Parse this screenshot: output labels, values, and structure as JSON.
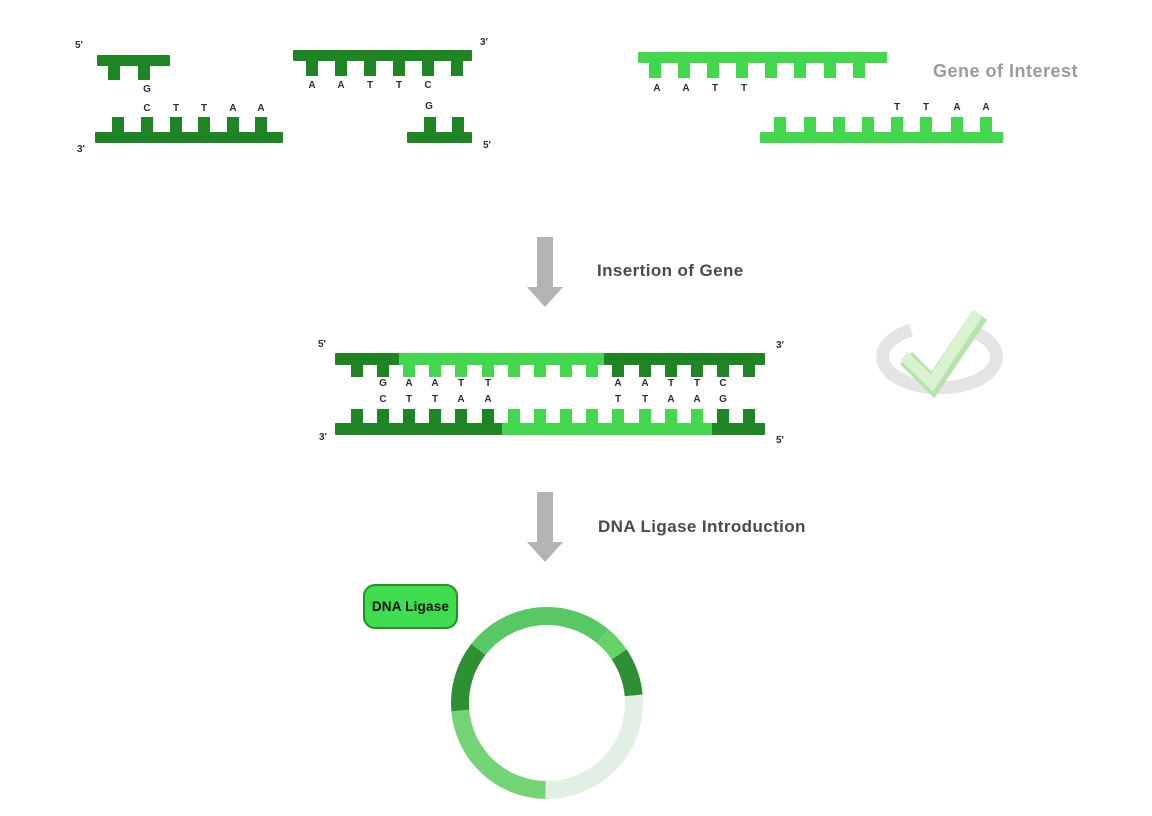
{
  "palette": {
    "dark_green": "#1f8424",
    "light_green": "#42d74c",
    "button_green": "#3edc4e",
    "arrow_gray": "#b3b3b3",
    "label_gray": "#9b9b9b",
    "text_dark": "#4a4a4a",
    "ring_medium": "#57c863",
    "ring_light_accent": "#66d366",
    "ring_dark": "#2d9134",
    "ring_pale": "#e2f0e4",
    "ring_light": "#74d374",
    "check_green": "#d9f3cf",
    "check_shadow": "#b7e3ab",
    "swoosh_gray": "#e4e4e4"
  },
  "cut_plasmid": {
    "top_left_five_prime": "5'",
    "bottom_left_three_prime": "3'",
    "top_right_three_prime": "3'",
    "bottom_right_five_prime": "5'",
    "top_overhang_base": "G",
    "bottom_strand_bases": [
      "C",
      "T",
      "T",
      "A",
      "A"
    ],
    "top_right_bases": [
      "A",
      "A",
      "T",
      "T",
      "C"
    ],
    "bottom_overhang_base": "G"
  },
  "gene_of_interest": {
    "label": "Gene of Interest",
    "top_bases": [
      "A",
      "A",
      "T",
      "T"
    ],
    "bottom_bases": [
      "T",
      "T",
      "A",
      "A"
    ]
  },
  "steps": {
    "insertion": "Insertion of Gene",
    "ligase": "DNA Ligase Introduction"
  },
  "ligated_dna": {
    "top_left_five_prime": "5'",
    "top_right_three_prime": "3'",
    "bottom_left_three_prime": "3'",
    "bottom_right_five_prime": "5'",
    "top_bases_left": [
      "G",
      "A",
      "A",
      "T",
      "T"
    ],
    "top_bases_right": [
      "A",
      "A",
      "T",
      "T",
      "C"
    ],
    "bottom_bases_left": [
      "C",
      "T",
      "T",
      "A",
      "A"
    ],
    "bottom_bases_right": [
      "T",
      "T",
      "A",
      "A",
      "G"
    ]
  },
  "ligase_button_label": "DNA Ligase"
}
